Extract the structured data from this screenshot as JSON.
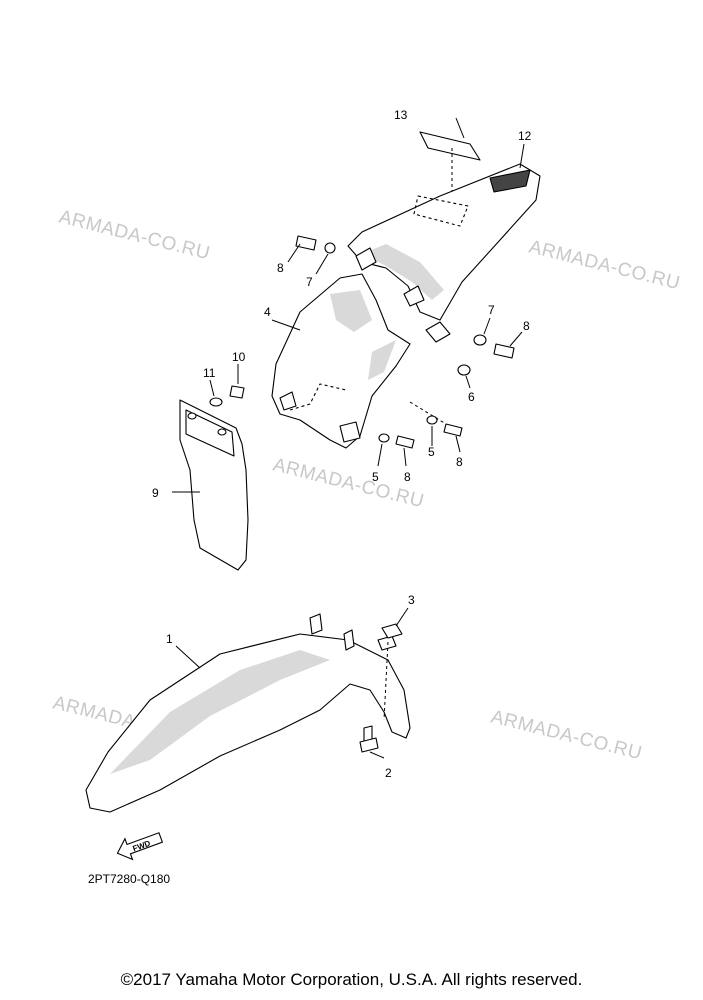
{
  "watermark": "ARMADA-CO.RU",
  "diagram_code": "2PT7280-Q180",
  "fwd_label": "FWD",
  "copyright": "©2017 Yamaha Motor Corporation, U.S.A. All rights reserved.",
  "callouts": {
    "c1": "1",
    "c2": "2",
    "c3": "3",
    "c4": "4",
    "c5a": "5",
    "c5b": "5",
    "c6": "6",
    "c7a": "7",
    "c7b": "7",
    "c8a": "8",
    "c8b": "8",
    "c8c": "8",
    "c8d": "8",
    "c9": "9",
    "c10": "10",
    "c11": "11",
    "c12": "12",
    "c13": "13"
  }
}
